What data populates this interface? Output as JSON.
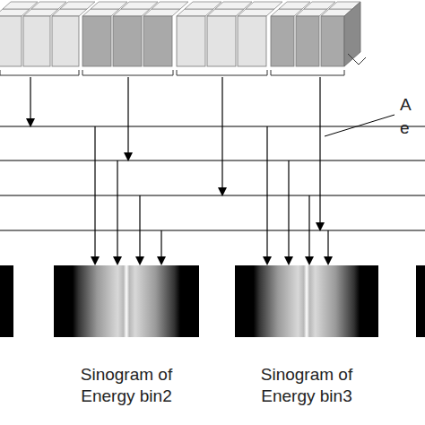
{
  "diagram": {
    "nodes": [
      {
        "text": [
          "Sinogram of Energy bin2"
        ]
      },
      {
        "text": [
          "Sinogram of Energy bin3"
        ]
      }
    ],
    "labels": [
      "A",
      "e"
    ]
  }
}
